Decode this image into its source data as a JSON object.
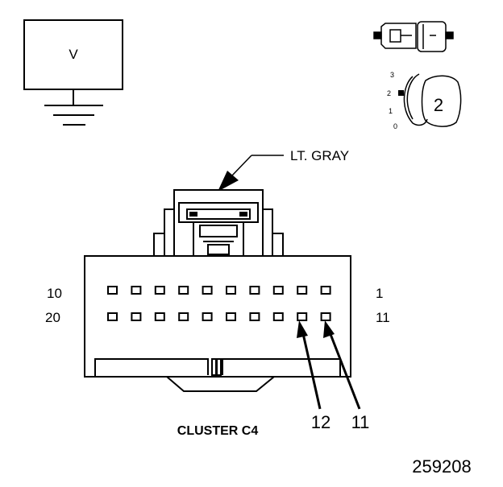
{
  "voltmeter": {
    "symbol": "V"
  },
  "view_icon": {
    "key_numbers": [
      "3",
      "2",
      "1",
      "0"
    ],
    "selected": "2"
  },
  "connector": {
    "color_label": "LT. GRAY",
    "name": "CLUSTER C4",
    "pin_labels": {
      "row1_left": "10",
      "row1_right": "1",
      "row2_left": "20",
      "row2_right": "11"
    },
    "callouts": [
      "12",
      "11"
    ],
    "pins_per_row": 10
  },
  "figure_number": "259208",
  "colors": {
    "line": "#000000",
    "background": "#ffffff"
  }
}
